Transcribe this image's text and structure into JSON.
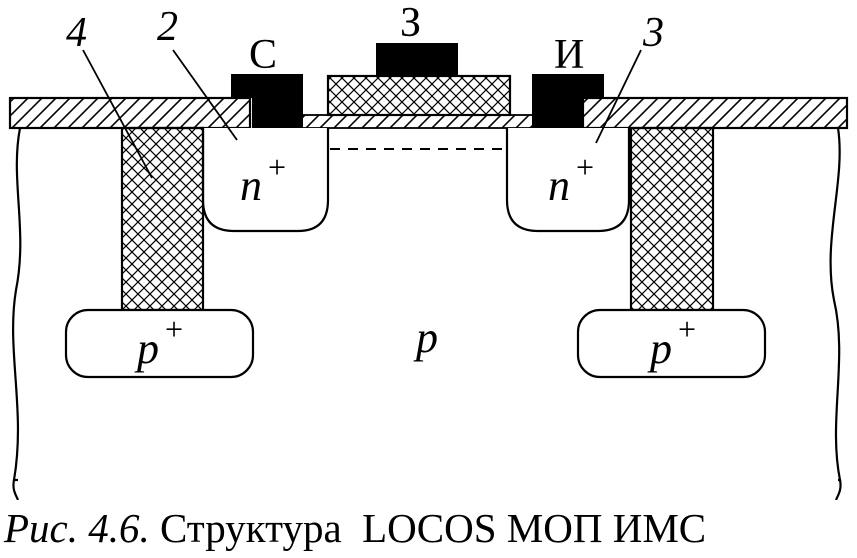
{
  "diagram": {
    "electrodes": {
      "source": "С",
      "gate": "З",
      "drain": "И"
    },
    "callouts": {
      "two": "2",
      "three": "3",
      "four": "4"
    },
    "regions": {
      "n_left": "n",
      "n_right": "n",
      "p_left": "p",
      "p_right": "p",
      "substrate": "p",
      "superscript": "+"
    }
  },
  "caption": {
    "figure": "Рис. 4.6.",
    "text": "Структура  LOCOS МОП ИМС"
  }
}
